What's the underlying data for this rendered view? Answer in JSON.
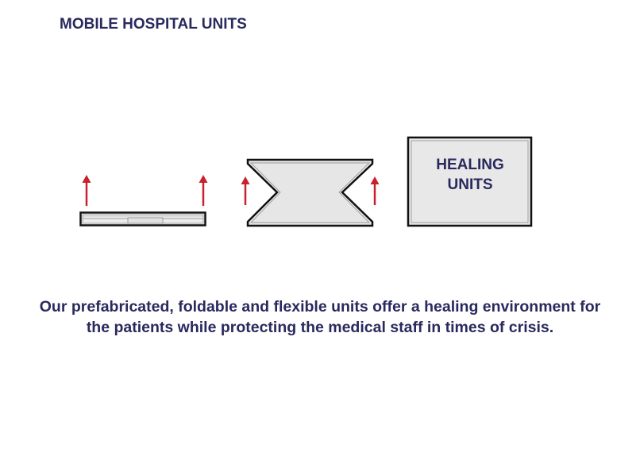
{
  "title": "MOBILE HOSPITAL UNITS",
  "diagram": {
    "stages": [
      {
        "name": "folded-panel",
        "arrows": 2
      },
      {
        "name": "unfolding-panel",
        "arrows": 2
      },
      {
        "name": "deployed-unit",
        "label_line1": "HEALING",
        "label_line2": "UNITS"
      }
    ],
    "colors": {
      "text": "#29295e",
      "arrow": "#c8202f",
      "panel_fill": "#e6e6e6",
      "outline": "#111111"
    }
  },
  "caption": {
    "line1": "Our prefabricated, foldable and flexible units offer a healing environment for",
    "line2": "the patients while protecting the medical staff in times of crisis."
  }
}
